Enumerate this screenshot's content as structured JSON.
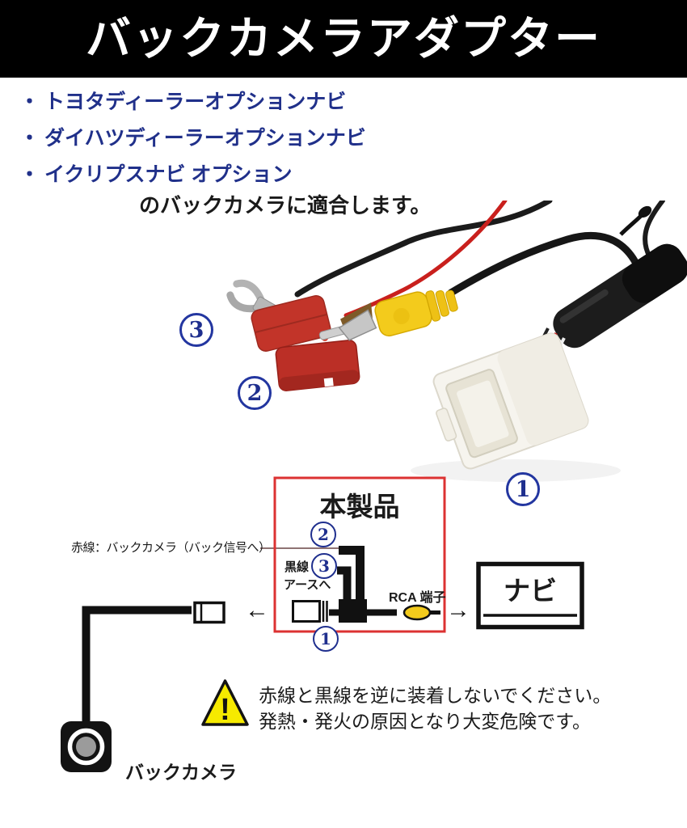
{
  "header": {
    "title": "バックカメラアダプター"
  },
  "compat": {
    "bullet": "・",
    "items": [
      "トヨタディーラーオプションナビ",
      "ダイハツディーラーオプションナビ",
      "イクリプスナビ オプション"
    ],
    "note": "のバックカメラに適合します。"
  },
  "photo": {
    "callouts": {
      "c1": "1",
      "c2": "2",
      "c3": "3"
    },
    "parts": [
      "toyota-white-connector",
      "rca-plug-yellow",
      "red-quick-splice",
      "spade-ground-terminal",
      "inline-black-module",
      "red-wire",
      "black-wire"
    ]
  },
  "diagram": {
    "product_label": "本製品",
    "red_wire_label": "赤線：バックカメラ（バック信号へ）",
    "black_wire_label": "黒線",
    "black_wire_dest": "アースへ",
    "rca_label": "RCA 端子",
    "nav_label": "ナビ",
    "camera_label": "バックカメラ",
    "callouts": {
      "c1": "1",
      "c2": "2",
      "c3": "3"
    },
    "arrow_left": "←",
    "arrow_right": "→"
  },
  "warning": {
    "exclamation": "!",
    "line1": "赤線と黒線を逆に装着しないでください。",
    "line2": "発熱・発火の原因となり大変危険です。"
  },
  "colors": {
    "header_bg": "#000000",
    "list_blue": "#20308a",
    "callout_blue": "#1f2f8e",
    "box_red": "#dc3232",
    "rca_yellow": "#f2ca1c",
    "warning_yellow": "#f6ea00"
  }
}
